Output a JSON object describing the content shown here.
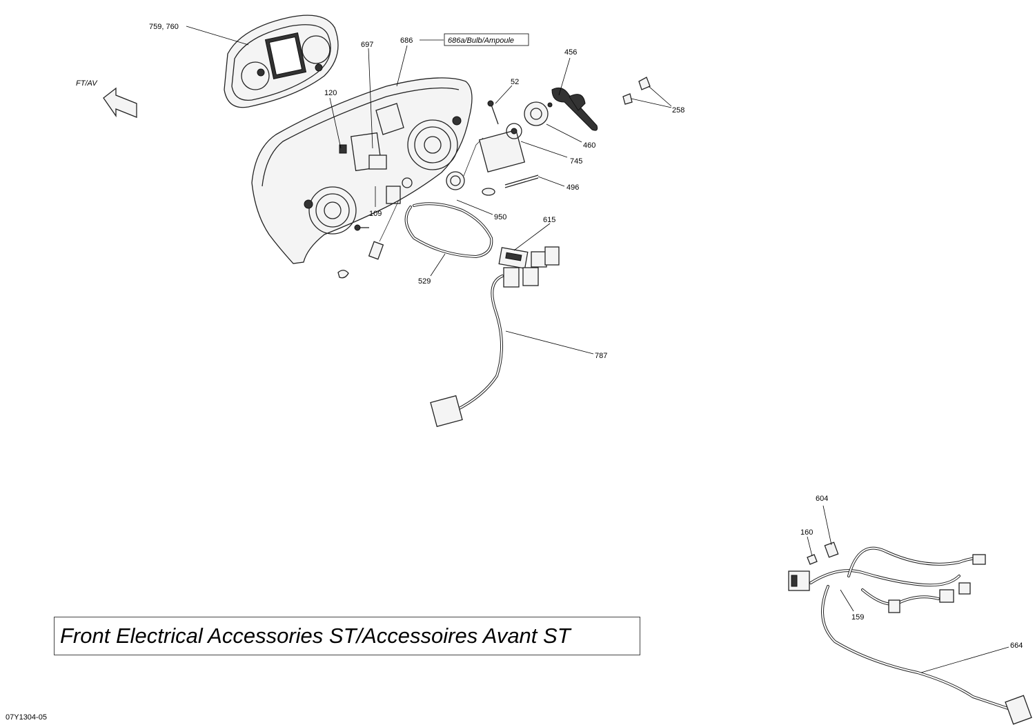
{
  "title": "Front Electrical Accessories ST/Accessoires Avant ST",
  "document_code": "07Y1304-05",
  "direction_label": "FT/AV",
  "bulb_note": "686a/Bulb/Ampoule",
  "callouts": {
    "c759": "759, 760",
    "c686": "686",
    "c697": "697",
    "c456": "456",
    "c52": "52",
    "c120": "120",
    "c258": "258",
    "c460": "460",
    "c745": "745",
    "c496": "496",
    "c109": "109",
    "c950": "950",
    "c615": "615",
    "c529": "529",
    "c787": "787",
    "c604": "604",
    "c160": "160",
    "c159": "159",
    "c664": "664"
  }
}
